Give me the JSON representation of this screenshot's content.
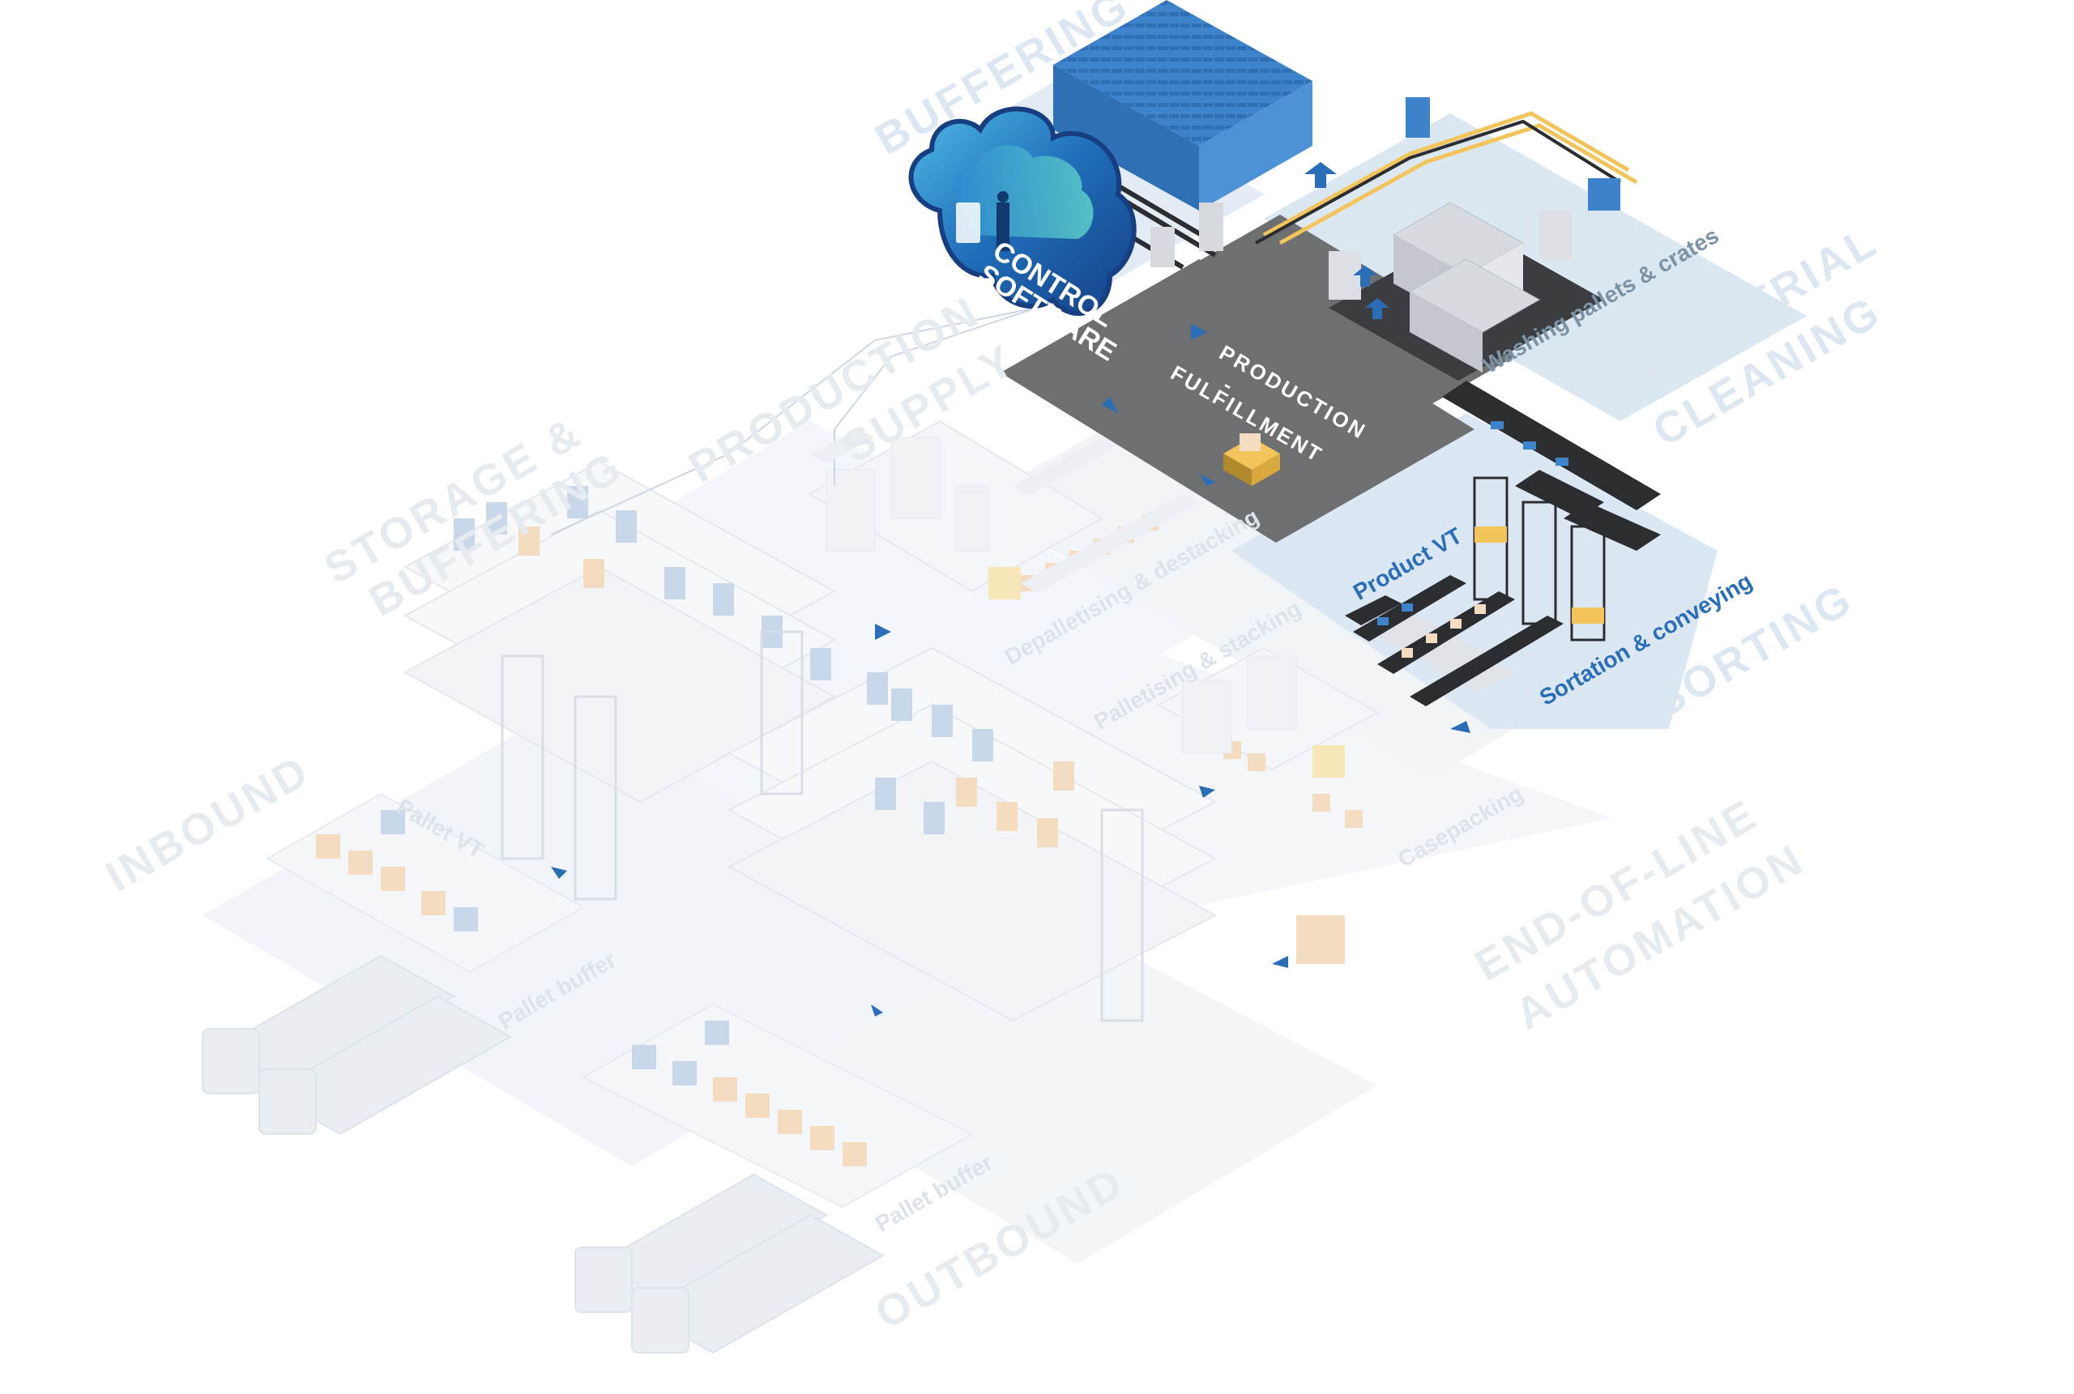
{
  "cloud": {
    "line1": "CONTROL",
    "line2": "SOFTWARE"
  },
  "hub": {
    "line1": "PRODUCTION",
    "line2": "-",
    "line3": "FULFILLMENT"
  },
  "zones": {
    "buffering": "BUFFERING",
    "industrial_cleaning_1": "INDUSTRIAL",
    "industrial_cleaning_2": "CLEANING",
    "production_supply_1": "PRODUCTION",
    "production_supply_2": "SUPPLY",
    "storage_buffering_1": "STORAGE &",
    "storage_buffering_2": "BUFFERING",
    "inbound": "INBOUND",
    "sorting": "SORTING",
    "end_of_line_1": "END-OF-LINE",
    "end_of_line_2": "AUTOMATION",
    "outbound": "OUTBOUND"
  },
  "tasks": {
    "washing": "Washing pallets & crates",
    "product_vt": "Product VT",
    "sortation": "Sortation & conveying",
    "depalletising": "Depalletising & destacking",
    "palletising": "Palletising & stacking",
    "casepacking": "Casepacking",
    "pallet_vt": "Pallet VT",
    "pallet_buffer_inbound": "Pallet buffer",
    "pallet_buffer_outbound": "Pallet buffer"
  },
  "colors": {
    "accent_blue": "#2a6eb8",
    "crate_blue": "#3d84cc",
    "hub_gray": "#6e6f71",
    "faded_zone": "#eef3f8",
    "active_zone": "#dbe8f2",
    "conveyor_yellow": "#f2c45a"
  }
}
